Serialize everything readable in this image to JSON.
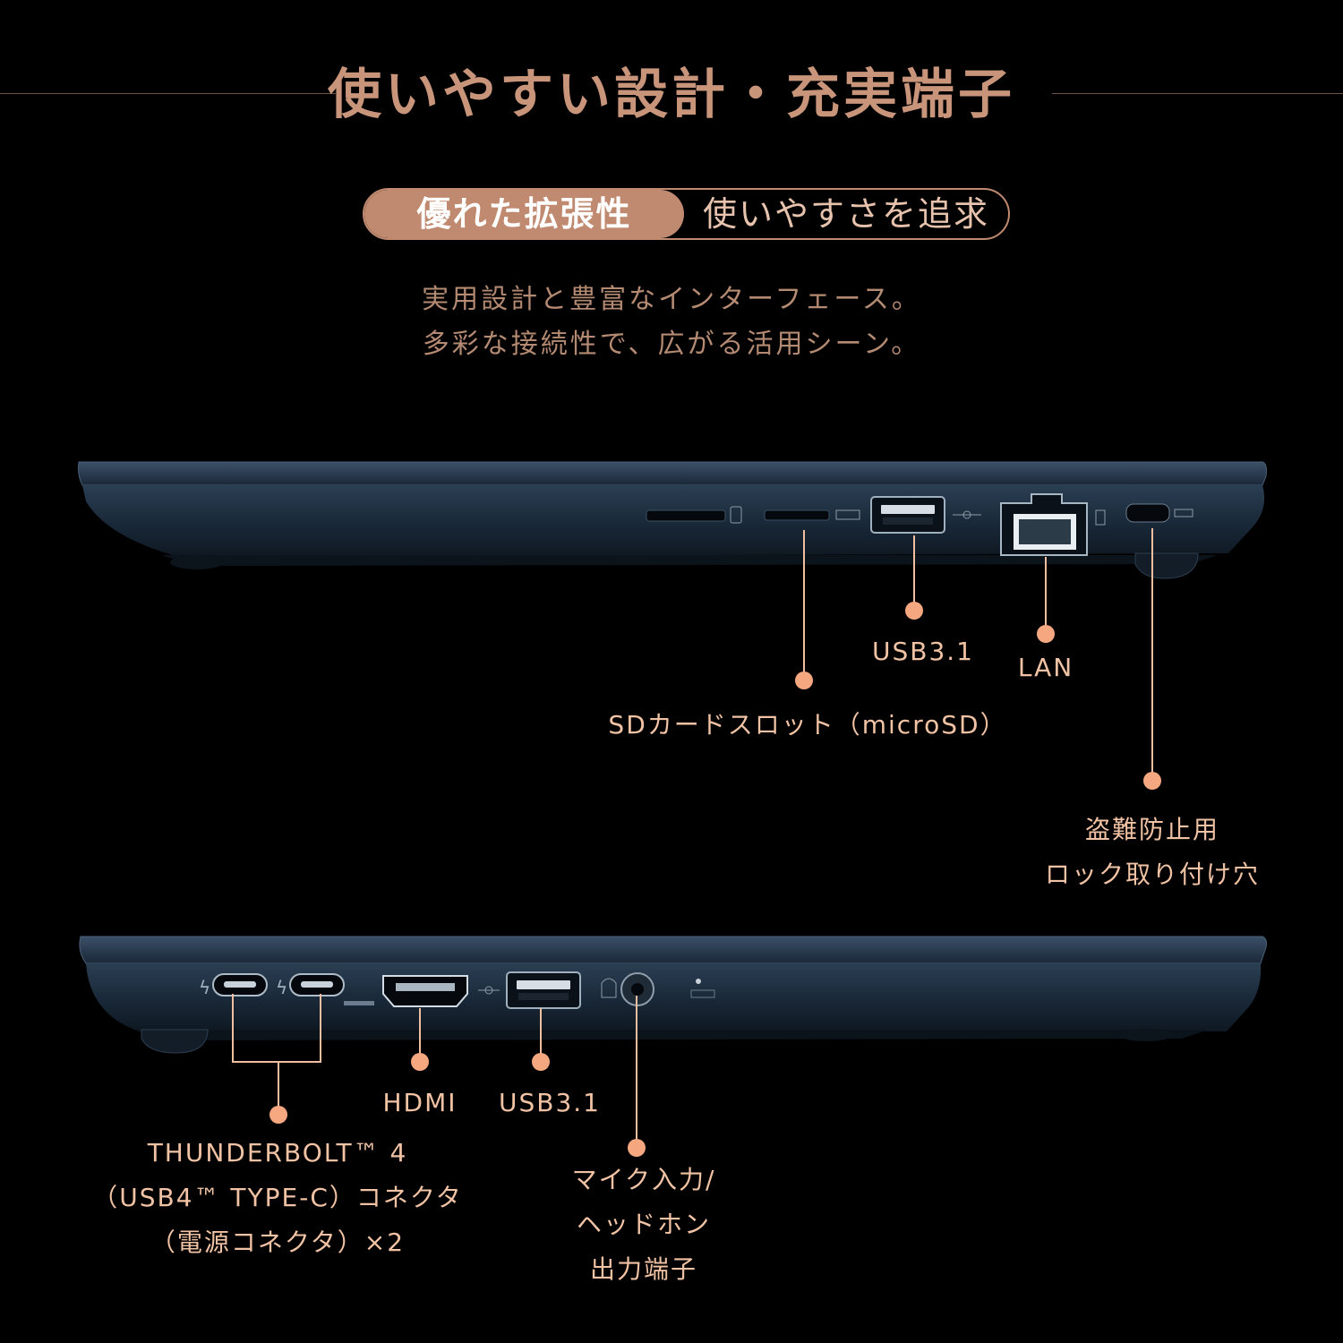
{
  "header": {
    "title": "使いやすい設計・充実端子",
    "pill_left": "優れた拡張性",
    "pill_right": "使いやすさを追求",
    "description": [
      "実用設計と豊富なインターフェース。",
      "多彩な接続性で、広がる活用シーン。"
    ]
  },
  "colors": {
    "background": "#000000",
    "accent": "#c08a70",
    "label": "#f1c3a4",
    "dot": "#f5a880",
    "laptop_body": "#1b2b3b"
  },
  "top_ports": {
    "sd": "SDカードスロット（microSD）",
    "usb": "USB3.1",
    "lan": "LAN",
    "lock": [
      "盗難防止用",
      "ロック取り付け穴"
    ]
  },
  "bottom_ports": {
    "thunderbolt": [
      "THUNDERBOLT™ 4",
      "（USB4™ TYPE-C）コネクタ",
      "（電源コネクタ）×2"
    ],
    "hdmi": "HDMI",
    "usb": "USB3.1",
    "audio": [
      "マイク入力/",
      "ヘッドホン",
      "出力端子"
    ]
  }
}
